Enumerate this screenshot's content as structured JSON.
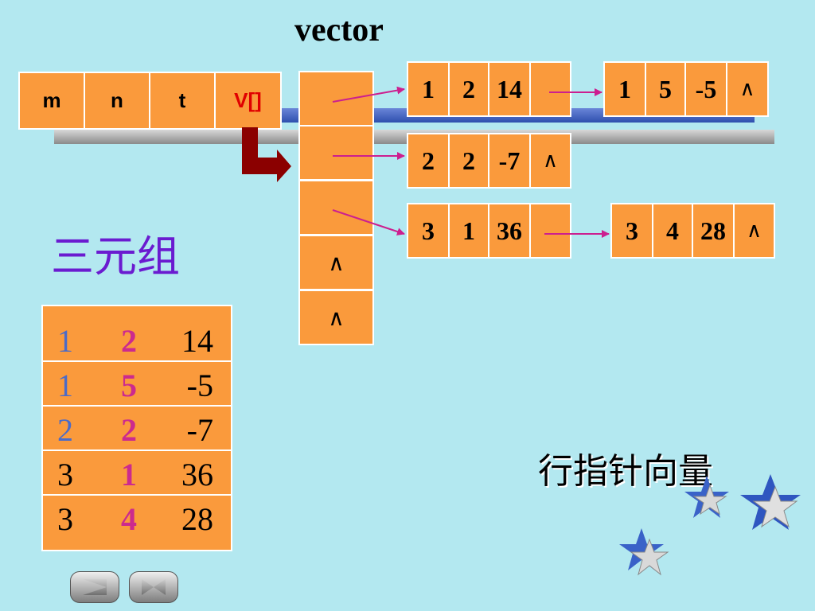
{
  "title": "vector",
  "header": {
    "cells": [
      "m",
      "n",
      "t",
      "V[]"
    ],
    "colors": {
      "text": "#000000",
      "highlight": "#e00000"
    }
  },
  "vector_cells": [
    "",
    "",
    "",
    "∧",
    "∧"
  ],
  "nodes": {
    "row0_a": [
      "1",
      "2",
      "14",
      ""
    ],
    "row0_b": [
      "1",
      "5",
      "-5",
      "∧"
    ],
    "row1_a": [
      "2",
      "2",
      "-7",
      "∧"
    ],
    "row2_a": [
      "3",
      "1",
      "36",
      ""
    ],
    "row2_b": [
      "3",
      "4",
      "28",
      "∧"
    ]
  },
  "triple_label": "三元组",
  "triples": [
    {
      "i": "1",
      "j": "2",
      "v": "14",
      "i_color": "#4b6bc8"
    },
    {
      "i": "1",
      "j": "5",
      "v": "-5",
      "i_color": "#4b6bc8"
    },
    {
      "i": "2",
      "j": "2",
      "v": "-7",
      "i_color": "#4b6bc8"
    },
    {
      "i": "3",
      "j": "1",
      "v": "36",
      "i_color": "#000000"
    },
    {
      "i": "3",
      "j": "4",
      "v": "28",
      "i_color": "#000000"
    }
  ],
  "row_vector_label": "行指针向量",
  "icons": {
    "decoration": "star-icon",
    "nav_prev": "prev-slide-icon",
    "nav_next": "next-slide-icon"
  },
  "colors": {
    "background": "#b3e8f0",
    "cell": "#fa9a3c",
    "arrow": "#cc1f8f",
    "bent_arrow": "#8b0000",
    "accent_text": "#6a1bd0"
  }
}
